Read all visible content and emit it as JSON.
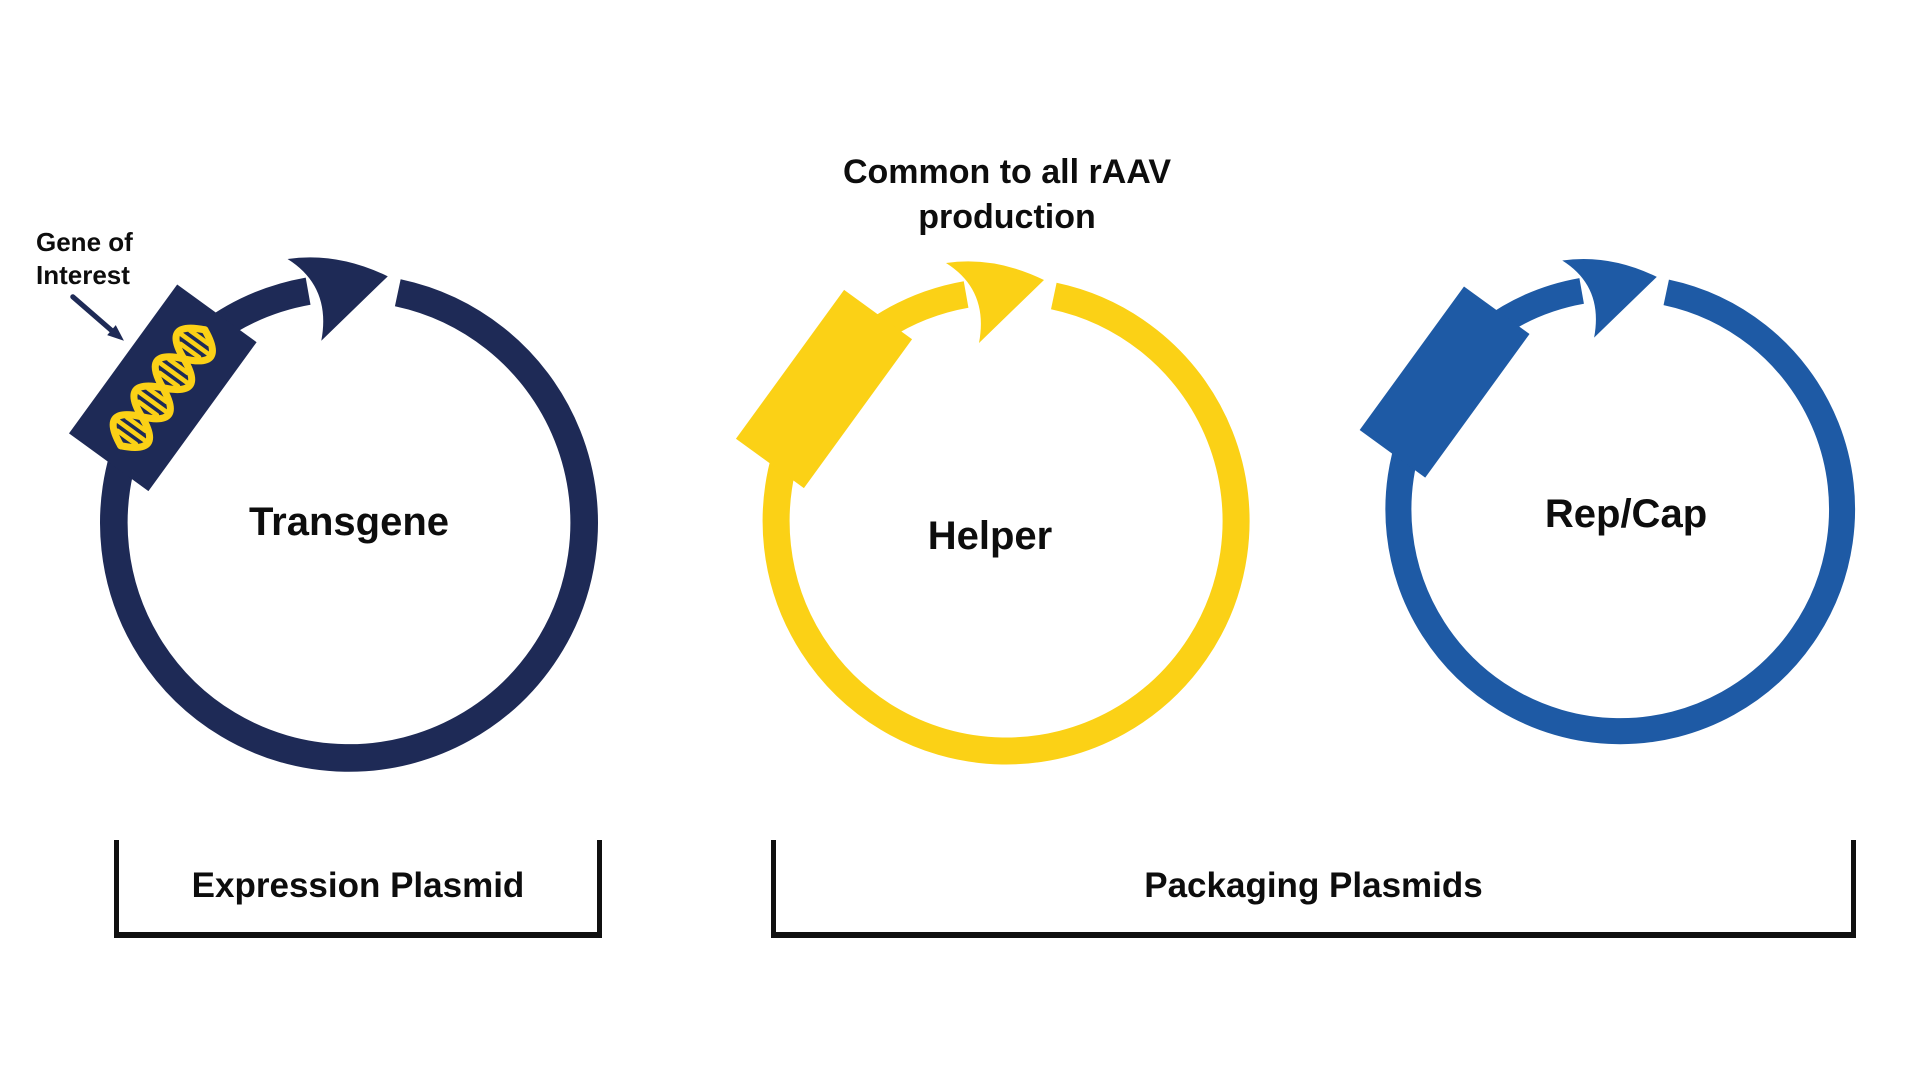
{
  "note": {
    "line1": "Common to all rAAV",
    "line2": "production"
  },
  "gene_annotation": {
    "line1": "Gene of",
    "line2": "Interest"
  },
  "plasmids": {
    "transgene": {
      "label": "Transgene",
      "color": "#1E2A56"
    },
    "helper": {
      "label": "Helper",
      "color": "#FBD116"
    },
    "repcap": {
      "label": "Rep/Cap",
      "color": "#1E5AA5"
    }
  },
  "brackets": {
    "expression": {
      "label": "Expression Plasmid"
    },
    "packaging": {
      "label": "Packaging Plasmids"
    }
  },
  "colors": {
    "background": "#FFFFFF",
    "text": "#0D0D0D",
    "bracket_line": "#101010",
    "dna_icon": "#FBD116"
  }
}
